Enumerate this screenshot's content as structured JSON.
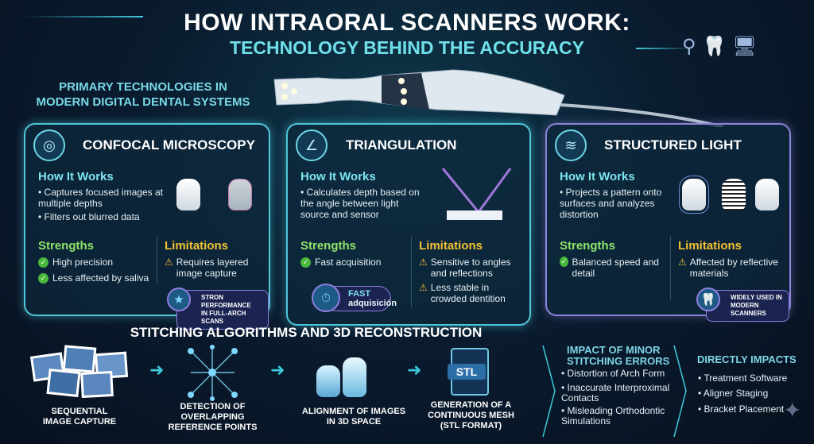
{
  "header": {
    "title": "HOW INTRAORAL SCANNERS WORK:",
    "subtitle": "TECHNOLOGY BEHIND THE ACCURACY"
  },
  "intro": {
    "line1": "PRIMARY TECHNOLOGIES IN",
    "line2": "MODERN DIGITAL DENTAL SYSTEMS"
  },
  "cards": [
    {
      "title": "CONFOCAL MICROSCOPY",
      "icon": "camera-focus-icon",
      "how_label": "How It Works",
      "how": [
        "Captures focused images at multiple depths",
        "Filters out blurred data"
      ],
      "strengths_label": "Strengths",
      "strengths": [
        "High precision",
        "Less affected by saliva"
      ],
      "limitations_label": "Limitations",
      "limitations": [
        "Requires layered image capture"
      ],
      "badge": {
        "line1": "STRON PERFORMANCE",
        "line2": "IN FULL-ARCH SCANS",
        "icon": "star-icon"
      }
    },
    {
      "title": "TRIANGULATION",
      "icon": "angle-icon",
      "how_label": "How It Works",
      "how": [
        "Calculates depth based on the angle between light source and sensor"
      ],
      "strengths_label": "Strengths",
      "strengths": [
        "Fast acquisition"
      ],
      "limitations_label": "Limitations",
      "limitations": [
        "Sensitive to angles and reflections",
        "Less stable in crowded dentition"
      ],
      "badge": {
        "line1": "FAST",
        "line2": "adquisición",
        "icon": "stopwatch-icon"
      }
    },
    {
      "title": "STRUCTURED LIGHT",
      "icon": "pattern-icon",
      "how_label": "How It Works",
      "how": [
        "Projects a pattern onto surfaces and analyzes distortion"
      ],
      "strengths_label": "Strengths",
      "strengths": [
        "Balanced speed and detail"
      ],
      "limitations_label": "Limitations",
      "limitations": [
        "Affected by reflective materials"
      ],
      "badge": {
        "line1": "WIDELY USED IN",
        "line2": "MODERN SCANNERS",
        "icon": "tooth-icon"
      }
    }
  ],
  "stitching": {
    "title": "STITCHING ALGORITHMS AND 3D RECONSTRUCTION",
    "steps": [
      {
        "line1": "SEQUENTIAL",
        "line2": "IMAGE CAPTURE"
      },
      {
        "line1": "DETECTION OF",
        "line2": "OVERLAPPING",
        "line3": "REFERENCE POINTS"
      },
      {
        "line1": "ALIGNMENT OF IMAGES",
        "line2": "IN 3D SPACE"
      },
      {
        "line1": "GENERATION OF A",
        "line2": "CONTINUOUS MESH",
        "line3": "(STL FORMAT)",
        "file_label": "STL"
      }
    ]
  },
  "impact": {
    "title1": "IMPACT OF MINOR",
    "title2": "STITCHING ERRORS",
    "items": [
      "Distortion of Arch Form",
      "Inaccurate Interproximal Contacts",
      "Misleading Orthodontic Simulations"
    ]
  },
  "direct": {
    "title": "DIRECTLY IMPACTS",
    "items": [
      "Treatment Software",
      "Aligner Staging",
      "Bracket Placement"
    ]
  },
  "colors": {
    "accent": "#4fc6d8",
    "strengths": "#8fe36a",
    "limitations": "#f2c233",
    "background": "#0a1c30"
  }
}
